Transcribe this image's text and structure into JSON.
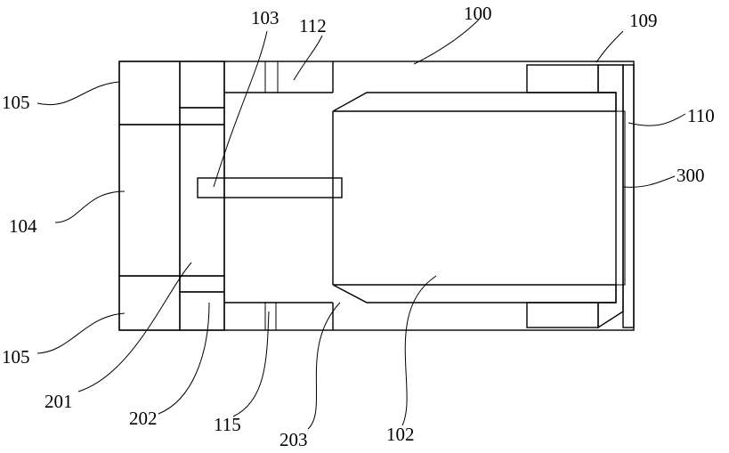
{
  "figure": {
    "labels": {
      "l100": "100",
      "l103": "103",
      "l112": "112",
      "l109": "109",
      "l105_top": "105",
      "l110": "110",
      "l300": "300",
      "l104": "104",
      "l105_bottom": "105",
      "l201": "201",
      "l202": "202",
      "l115": "115",
      "l203": "203",
      "l102": "102"
    }
  }
}
